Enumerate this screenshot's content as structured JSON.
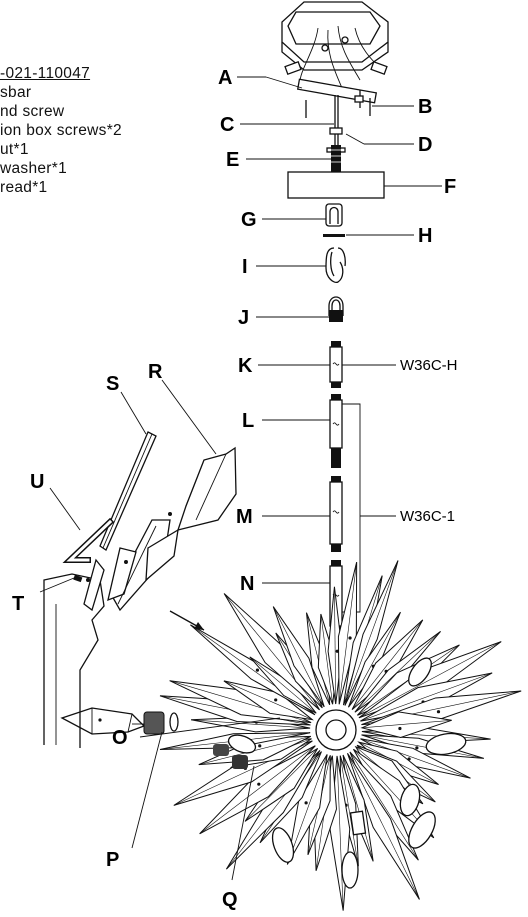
{
  "parts_list": {
    "code": "-021-110047",
    "items": [
      "sbar",
      "nd screw",
      "ion box screws*2",
      "ut*1",
      "washer*1",
      "read*1"
    ]
  },
  "callouts": {
    "A": "A",
    "B": "B",
    "C": "C",
    "D": "D",
    "E": "E",
    "F": "F",
    "G": "G",
    "H": "H",
    "I": "I",
    "J": "J",
    "K": "K",
    "L": "L",
    "M": "M",
    "N": "N",
    "O": "O",
    "P": "P",
    "Q": "Q",
    "R": "R",
    "S": "S",
    "T": "T",
    "U": "U"
  },
  "rod_labels": {
    "single": "W36C-H",
    "set": "W36C-1"
  }
}
